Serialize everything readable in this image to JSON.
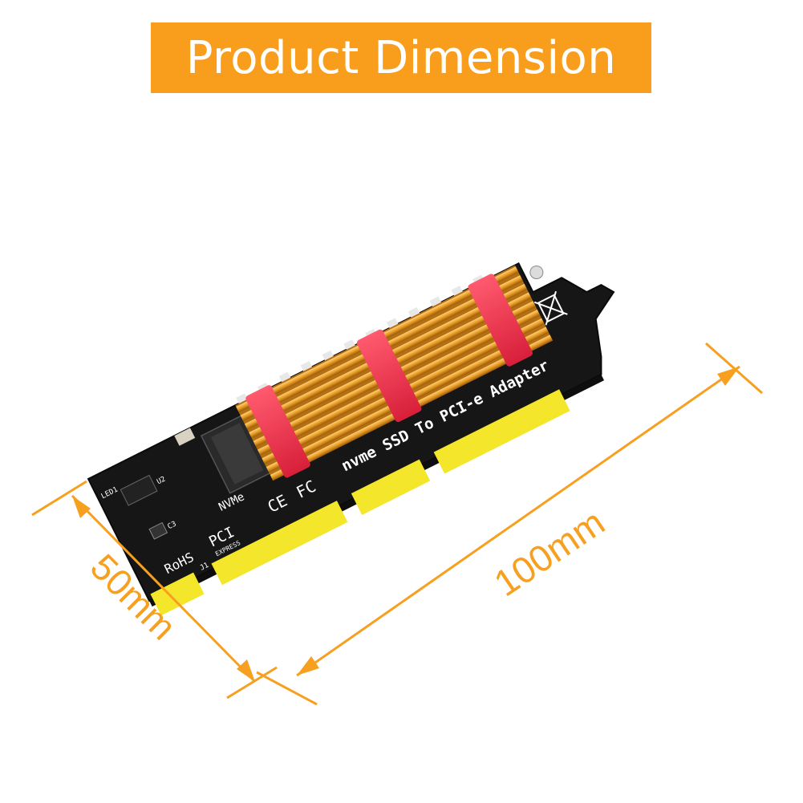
{
  "banner": {
    "title": "Product Dimension"
  },
  "dimensions": {
    "width_label": "50mm",
    "length_label": "100mm"
  },
  "board": {
    "product_label": "nvme SSD To PCI-e Adapter",
    "ce_mark": "CE",
    "fc_mark": "FC",
    "rohs": "RoHS",
    "pci": "PCI",
    "express": "EXPRESS",
    "slot_label": "NVMe",
    "ref_j1": "J1",
    "ref_u2": "U2",
    "ref_c3": "C3",
    "ref_led": "LED1"
  },
  "colors": {
    "accent": "#f99d1c",
    "dimension_line": "#f7a020",
    "pcb": "#161616",
    "heatsink": "#e79a22",
    "rubber_band": "#ee2d4a",
    "gold_fingers": "#f4e62a"
  }
}
